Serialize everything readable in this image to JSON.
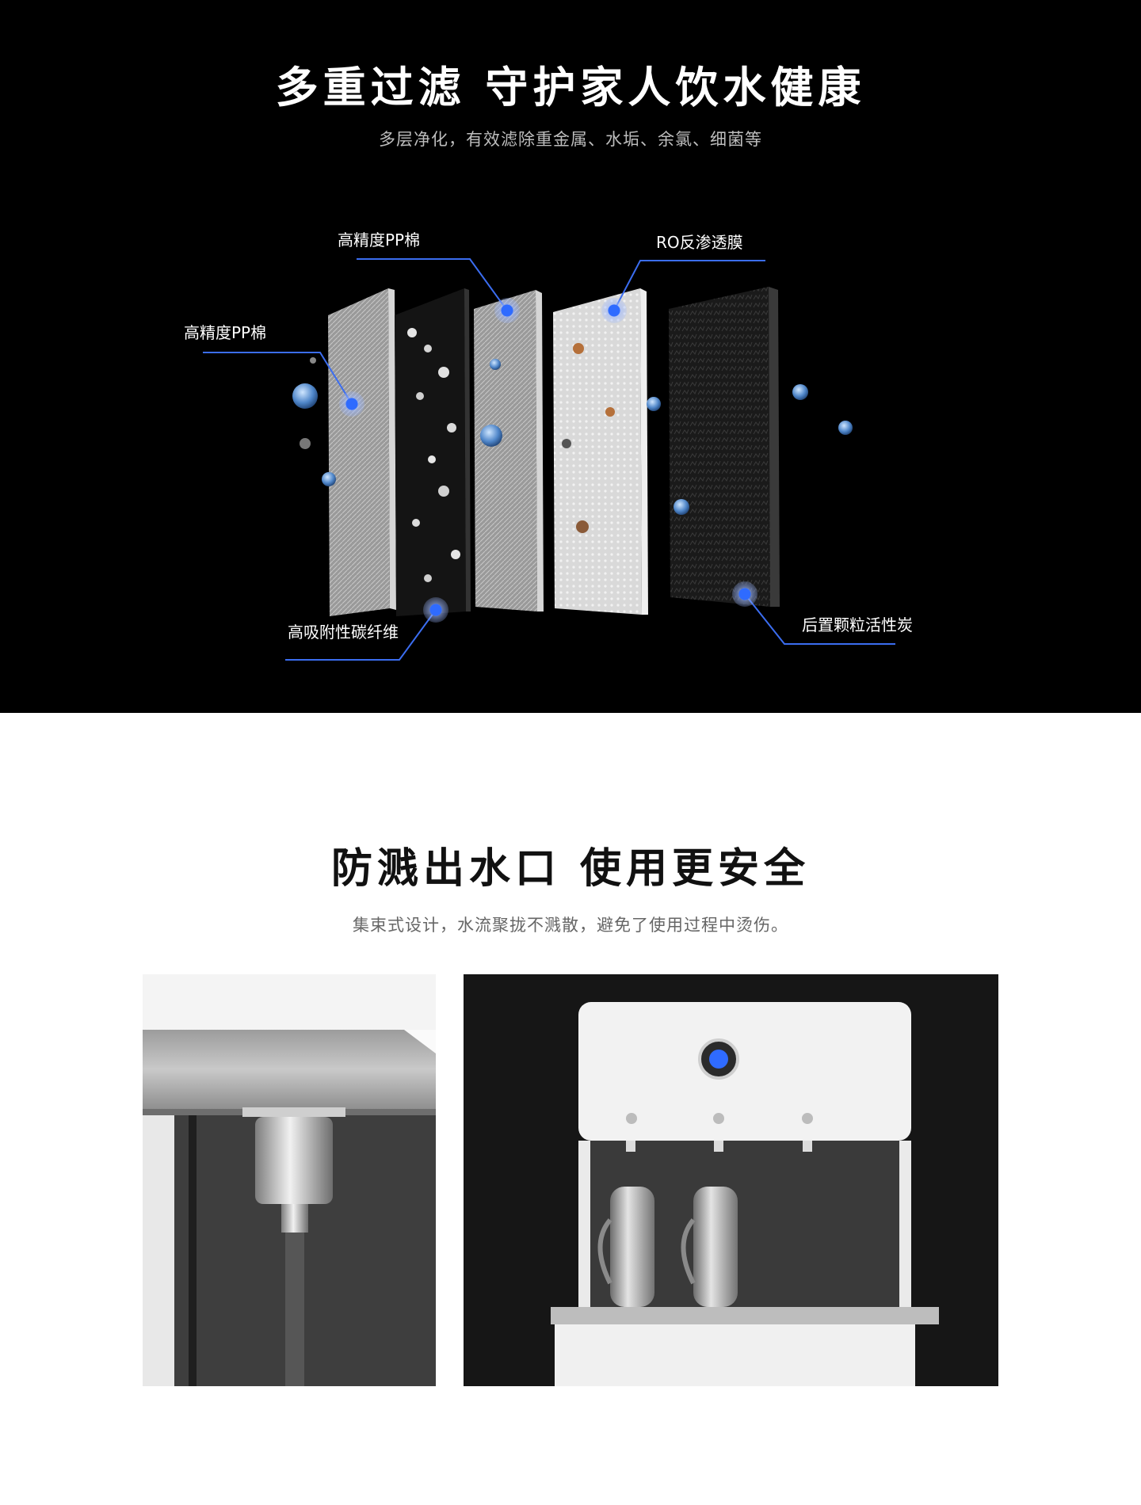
{
  "filtration": {
    "title": "多重过滤 守护家人饮水健康",
    "subtitle": "多层净化，有效滤除重金属、水垢、余氯、细菌等",
    "layers": [
      {
        "label": "高精度PP棉"
      },
      {
        "label": "高吸附性碳纤维"
      },
      {
        "label": "高精度PP棉"
      },
      {
        "label": "RO反渗透膜"
      },
      {
        "label": "后置颗粒活性炭"
      }
    ],
    "accent_color": "#3b6df0"
  },
  "spout": {
    "title": "防溅出水口  使用更安全",
    "subtitle": "集束式设计，水流聚拢不溅散，避免了使用过程中烫伤。"
  }
}
